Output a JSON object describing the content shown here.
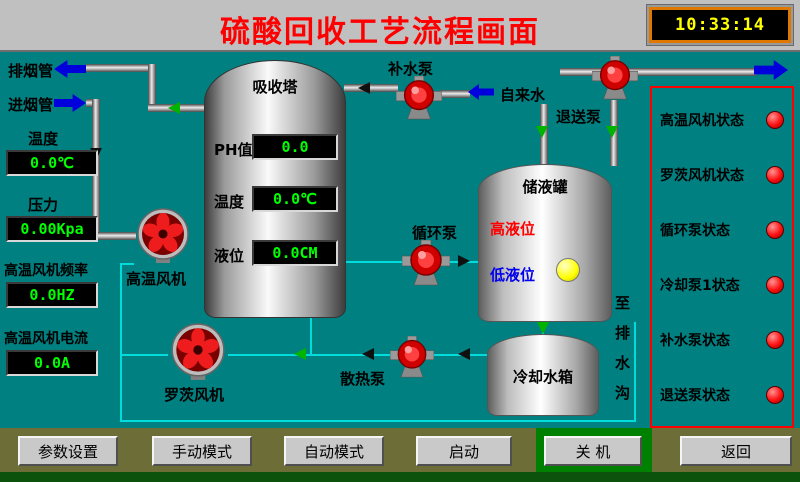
{
  "header": {
    "title": "硫酸回收工艺流程画面",
    "clock": "10:33:14"
  },
  "left": {
    "exhaust_label": "排烟管",
    "inlet_label": "进烟管",
    "temp_label": "温度",
    "temp_value": "0.0℃",
    "pressure_label": "压力",
    "pressure_value": "0.00Kpa",
    "freq_label": "高温风机频率",
    "freq_value": "0.0HZ",
    "current_label": "高温风机电流",
    "current_value": "0.0A"
  },
  "tower": {
    "title": "吸收塔",
    "ph_label": "PH值",
    "ph_value": "0.0",
    "temp_label": "温度",
    "temp_value": "0.0℃",
    "level_label": "液位",
    "level_value": "0.0CM"
  },
  "equipment": {
    "feed_pump": "补水泵",
    "tap_water": "自来水",
    "return_pump": "退送泵",
    "circulation_pump": "循环泵",
    "high_temp_fan": "高温风机",
    "roots_fan": "罗茨风机",
    "heat_pump": "散热泵",
    "drain": "至排水沟"
  },
  "storage_tank": {
    "title": "储液罐",
    "high_level": "高液位",
    "low_level": "低液位"
  },
  "cooling_tank": {
    "title": "冷却水箱"
  },
  "status_panel": {
    "items": [
      {
        "label": "高温风机状态"
      },
      {
        "label": "罗茨风机状态"
      },
      {
        "label": "循环泵状态"
      },
      {
        "label": "冷却泵1状态"
      },
      {
        "label": "补水泵状态"
      },
      {
        "label": "退送泵状态"
      }
    ]
  },
  "buttons": [
    {
      "label": "参数设置"
    },
    {
      "label": "手动模式"
    },
    {
      "label": "自动模式"
    },
    {
      "label": "启动"
    },
    {
      "label": "关 机"
    },
    {
      "label": "返回"
    }
  ],
  "colors": {
    "background": "#008080",
    "titlebar": "#c0c0c0",
    "title_text": "#ff0000",
    "clock_text": "#ffff00",
    "clock_border": "#e07800",
    "display_bg": "#000000",
    "display_text": "#00ff00",
    "status_border": "#ff0000",
    "status_led": "#ff0000",
    "pipe_cyan": "#00dcdc",
    "button_bar": "#6d6d38",
    "shutdown_pad": "#008000",
    "high_level_text": "#ff0000",
    "low_level_text": "#0000ee",
    "level_indicator": "#ffff00"
  }
}
